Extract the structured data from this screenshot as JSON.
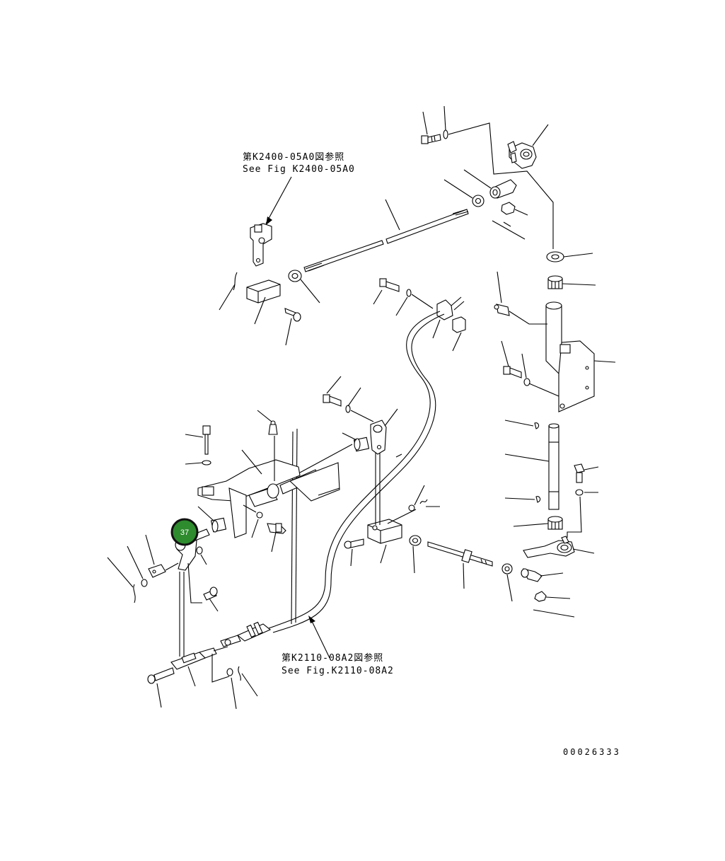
{
  "references": {
    "top_jp": "第K2400-05A0図参照",
    "top_en": "See Fig K2400-05A0",
    "bottom_jp": "第K2110-08A2図参照",
    "bottom_en": "See Fig.K2110-08A2"
  },
  "callout": {
    "number": "37",
    "color": "#2e8b2e",
    "ring_color": "#111111"
  },
  "drawing_code": "00026333"
}
